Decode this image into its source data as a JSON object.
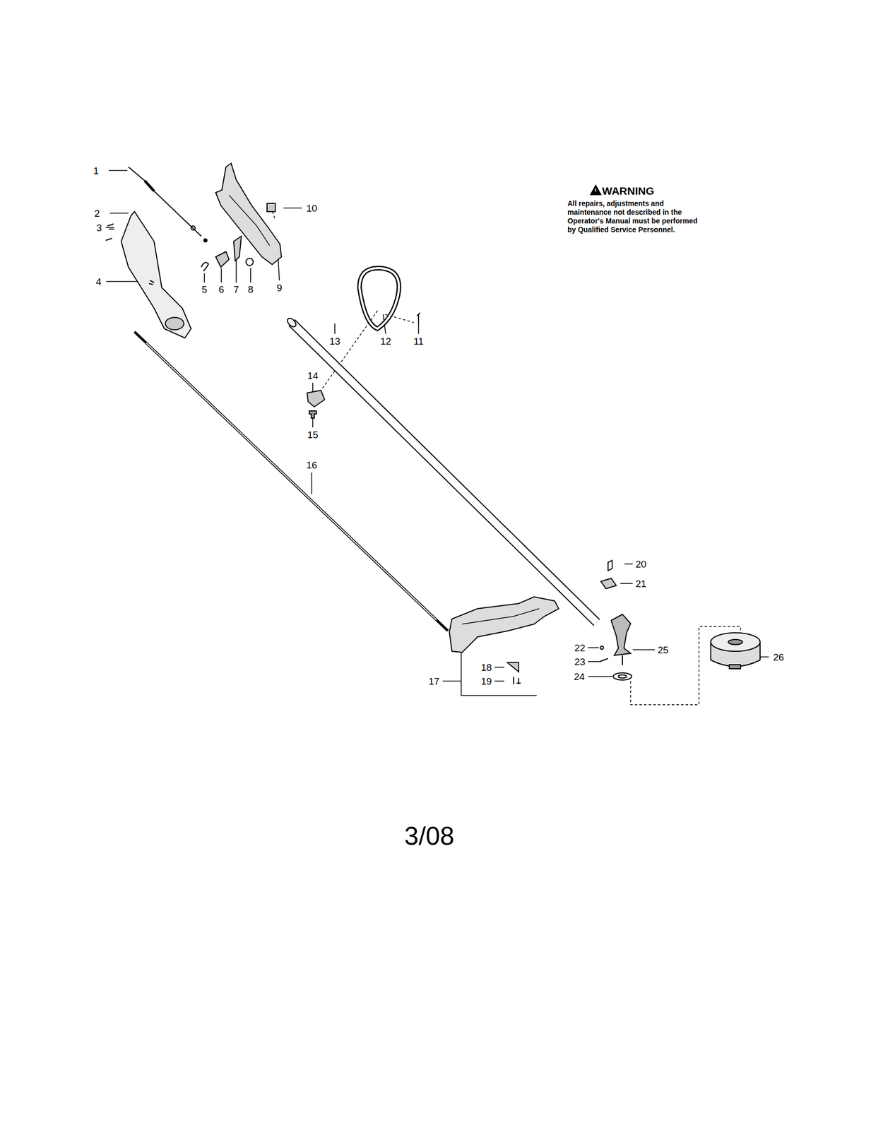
{
  "diagram": {
    "labels": [
      "1",
      "2",
      "3",
      "4",
      "5",
      "6",
      "7",
      "8",
      "9",
      "10",
      "WARNING",
      "All repairs, adjustments and maintenance not described in the Operator's Manual must be performed by Qualified Service Personnel.",
      "11",
      "12",
      "13",
      "14",
      "15",
      "16",
      "20",
      "21",
      "22",
      "25",
      "26",
      "17",
      "18",
      "19",
      "23",
      "24",
      "3/08"
    ]
  }
}
